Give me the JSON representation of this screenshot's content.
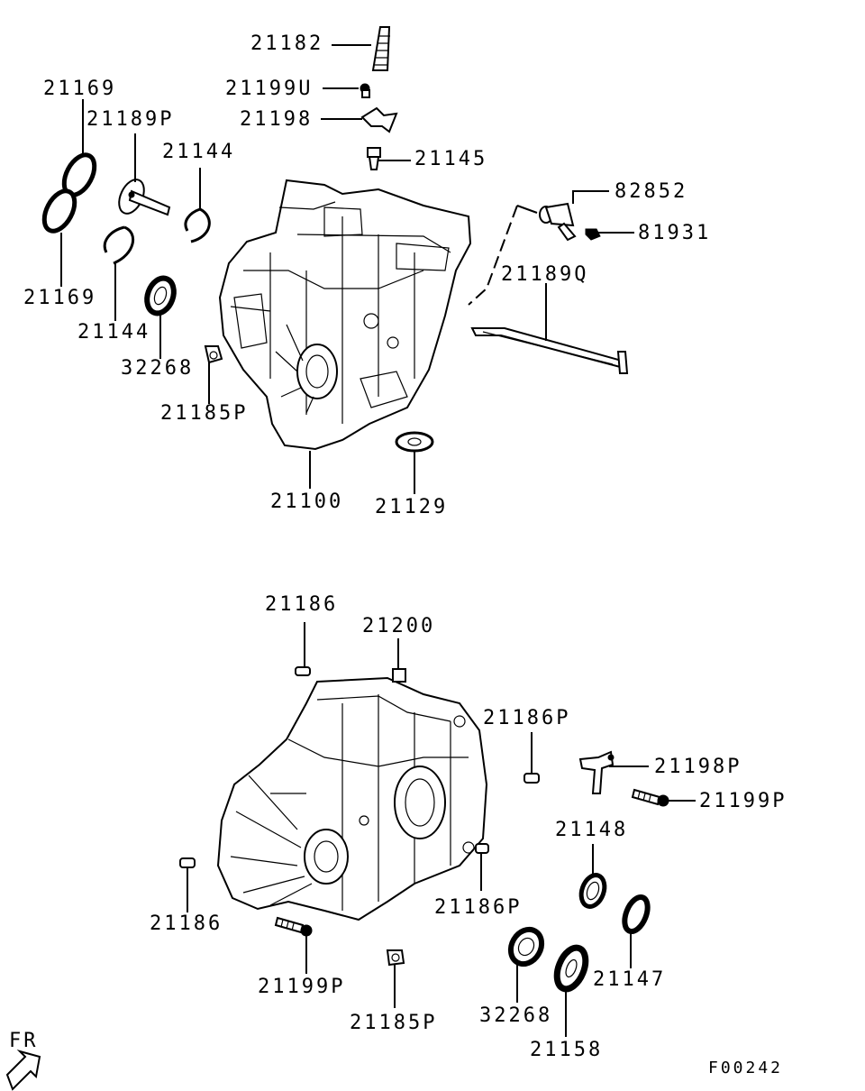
{
  "diagram_id": "F00242",
  "direction_label": "FR",
  "colors": {
    "ink": "#000000",
    "paper": "#ffffff"
  },
  "labels": {
    "l21182": "21182",
    "l21199U": "21199U",
    "l21198": "21198",
    "l21145": "21145",
    "l21169a": "21169",
    "l21189P": "21189P",
    "l21144a": "21144",
    "l21169b": "21169",
    "l21144b": "21144",
    "l32268a": "32268",
    "l21185Pa": "21185P",
    "l82852": "82852",
    "l81931": "81931",
    "l21189Q": "21189Q",
    "l21100": "21100",
    "l21129": "21129",
    "l21186a": "21186",
    "l21200": "21200",
    "l21186Pa": "21186P",
    "l21198P": "21198P",
    "l21199Pa": "21199P",
    "l21148": "21148",
    "l21186b": "21186",
    "l21186Pb": "21186P",
    "l21199Pb": "21199P",
    "l21185Pb": "21185P",
    "l32268b": "32268",
    "l21147": "21147",
    "l21158": "21158"
  }
}
